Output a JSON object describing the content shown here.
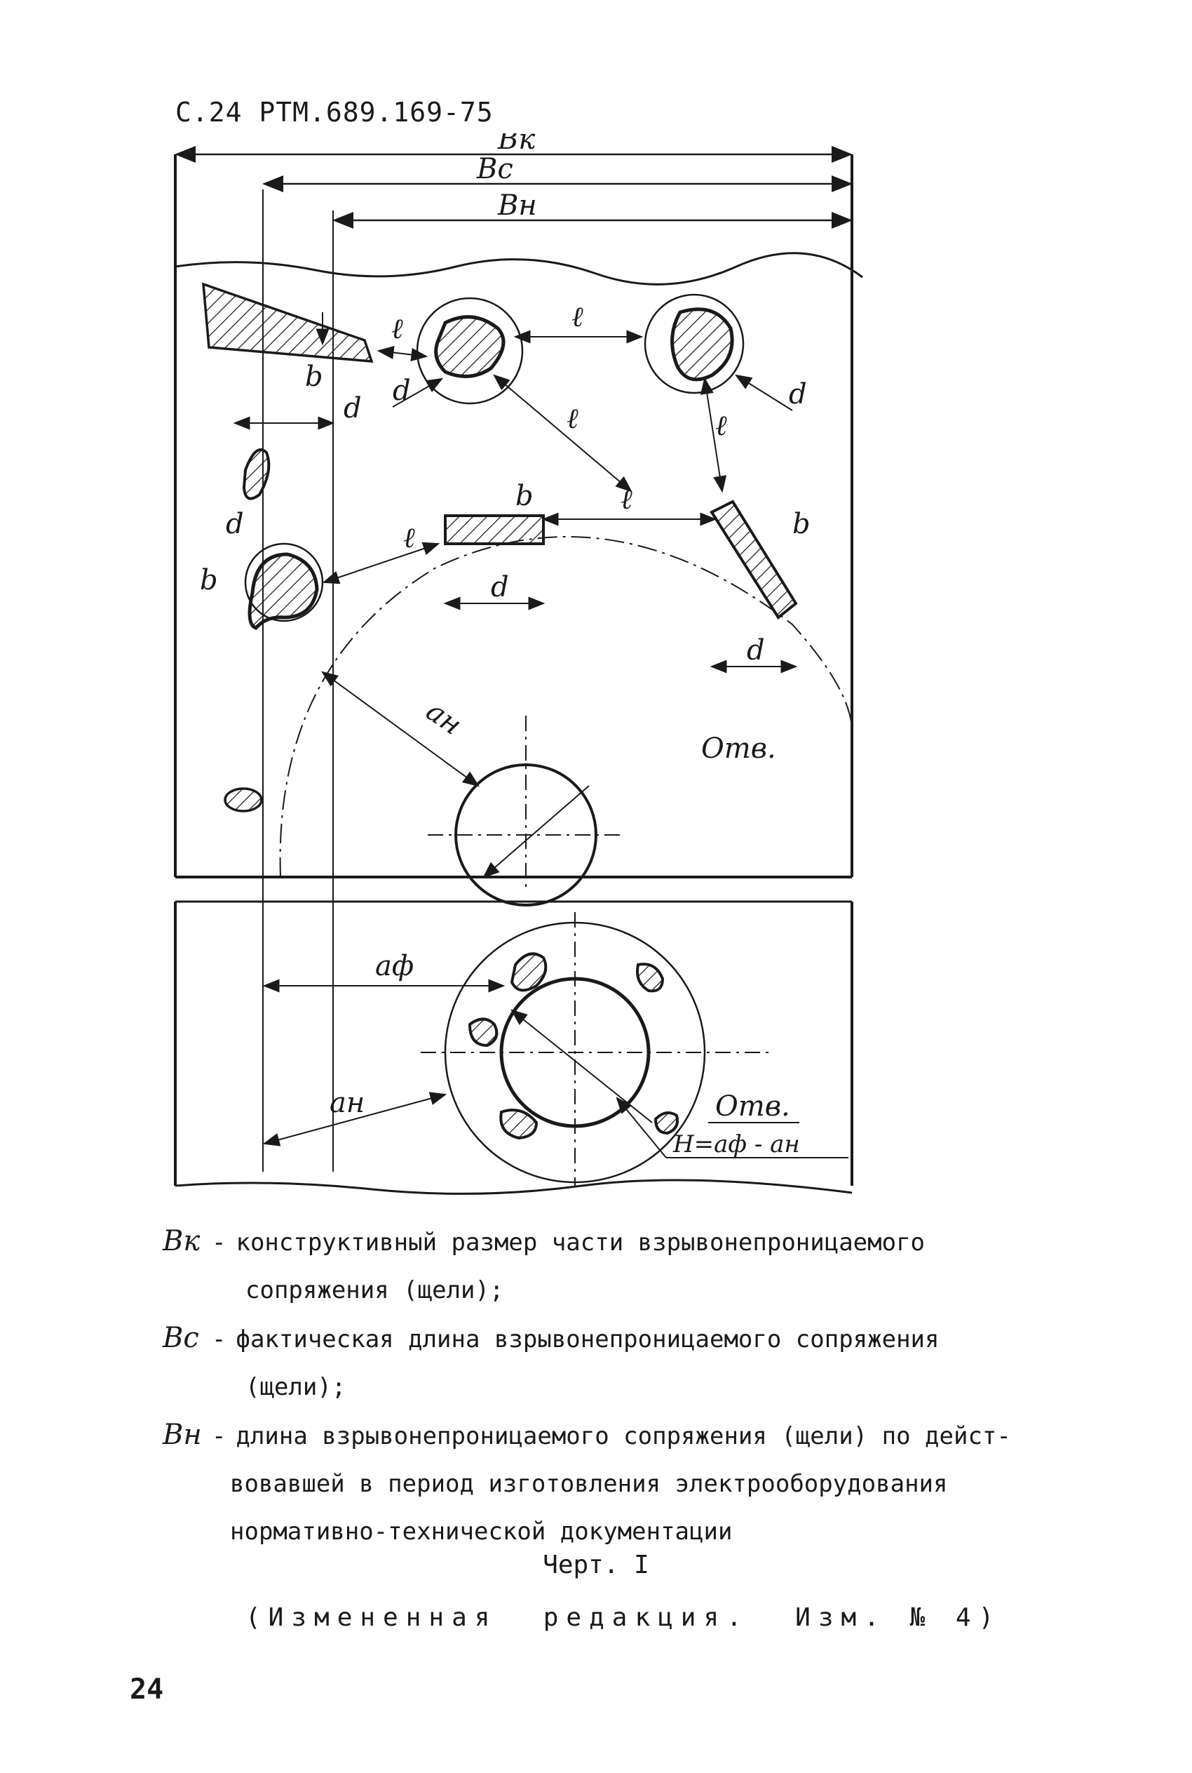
{
  "header": {
    "page_ref": "С.24  РТМ.689.169-75"
  },
  "drawing": {
    "labels": {
      "bk": "Вк",
      "bc": "Вс",
      "bn": "Вн",
      "l": "ℓ",
      "d": "d",
      "b": "b",
      "an": "ан",
      "af": "аф",
      "otv": "Отв.",
      "h_formula": "Н=аф - ан"
    }
  },
  "legend": {
    "items": [
      {
        "symbol": "Вк",
        "dash": "-",
        "lines": [
          "конструктивный размер части взрывонепроницаемого",
          "сопряжения (щели);"
        ]
      },
      {
        "symbol": "Вс",
        "dash": "-",
        "lines": [
          "фактическая длина взрывонепроницаемого сопряжения",
          "(щели);"
        ]
      },
      {
        "symbol": "Вн",
        "dash": "-",
        "lines": [
          "длина взрывонепроницаемого сопряжения (щели) по дейст-",
          "вовавшей в период изготовления электрооборудования",
          "нормативно-технической документации"
        ]
      }
    ]
  },
  "caption": "Черт. I",
  "revision_note": "(Измененная  редакция.  Изм. № 4)",
  "page_number": "24"
}
